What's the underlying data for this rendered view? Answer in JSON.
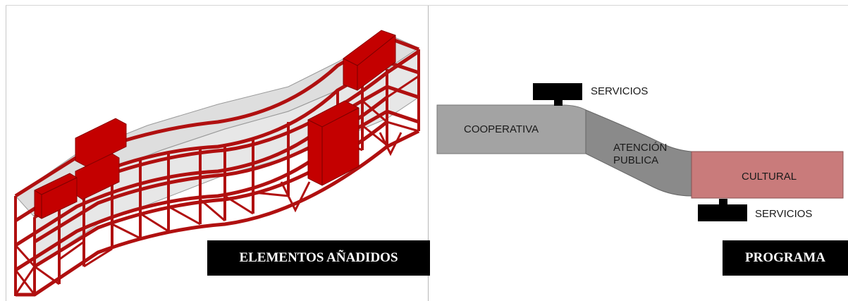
{
  "panels": {
    "left": {
      "caption": "ELEMENTOS AÑADIDOS",
      "colors": {
        "structure": "#b01010",
        "added_volume": "#c40000",
        "glass": "#d9d9d9"
      }
    },
    "right": {
      "caption": "PROGRAMA",
      "zones": {
        "cooperativa": "COOPERATIVA",
        "atencion_line1": "ATENCIÓN",
        "atencion_line2": "PUBLICA",
        "cultural": "CULTURAL"
      },
      "services": {
        "top": "SERVICIOS",
        "bottom": "SERVICIOS"
      },
      "colors": {
        "cooperativa": "#a3a3a3",
        "atencion": "#8a8a8a",
        "cultural": "#c97b7b",
        "services": "#000000"
      }
    }
  }
}
